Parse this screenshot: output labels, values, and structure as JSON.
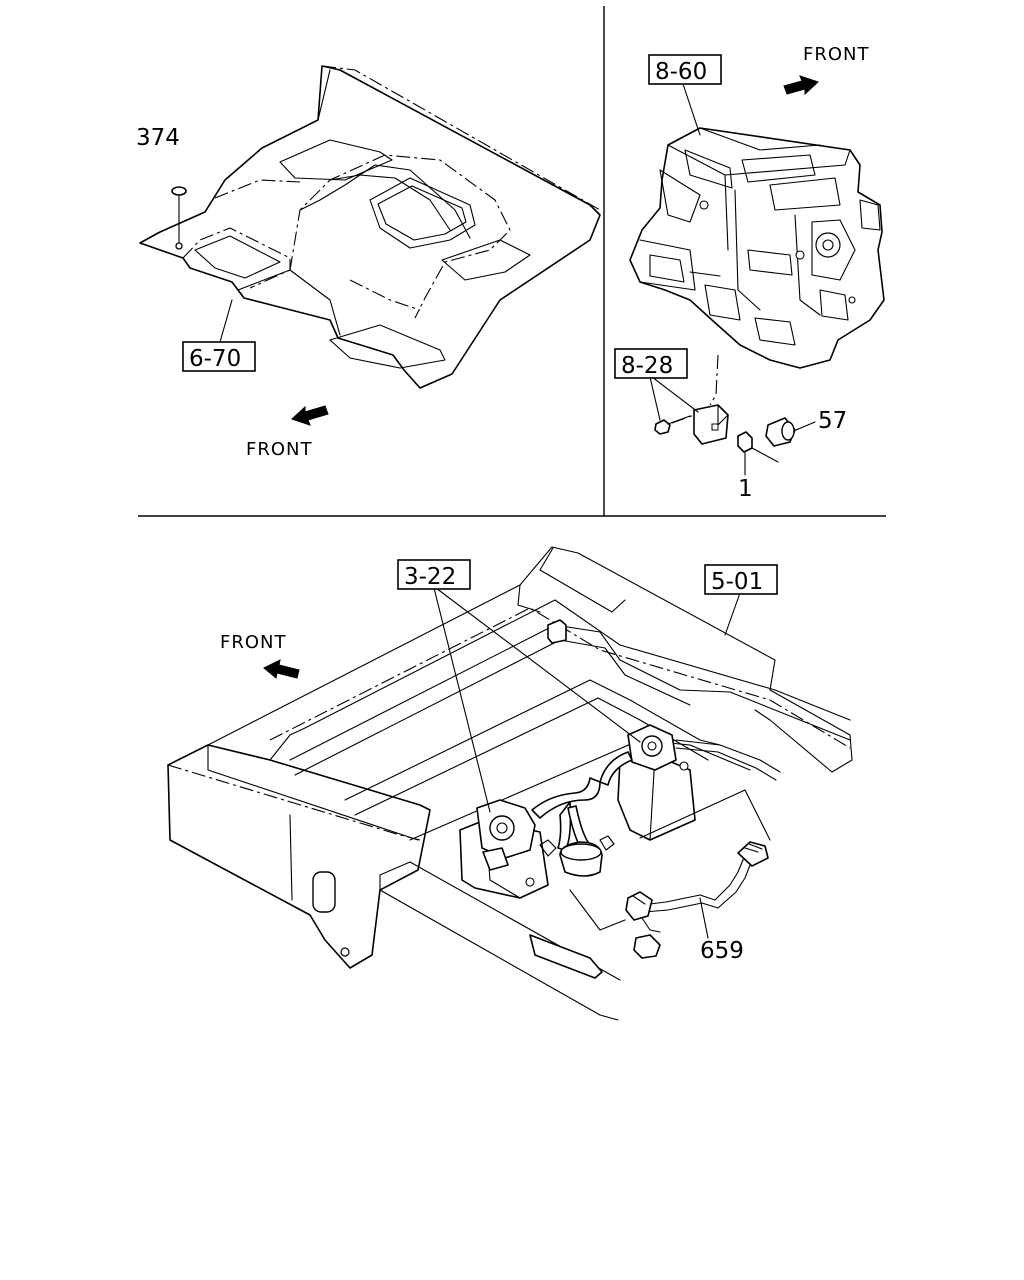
{
  "panels": {
    "floor": {
      "labels": {
        "part_374": "374",
        "ref_6_70": "6-70",
        "front": "FRONT"
      }
    },
    "heater_unit": {
      "labels": {
        "ref_8_60": "8-60",
        "ref_8_28": "8-28",
        "part_57": "57",
        "part_1": "1",
        "front": "FRONT"
      }
    },
    "chassis": {
      "labels": {
        "ref_3_22": "3-22",
        "ref_5_01": "5-01",
        "part_659": "659",
        "front": "FRONT"
      }
    }
  }
}
